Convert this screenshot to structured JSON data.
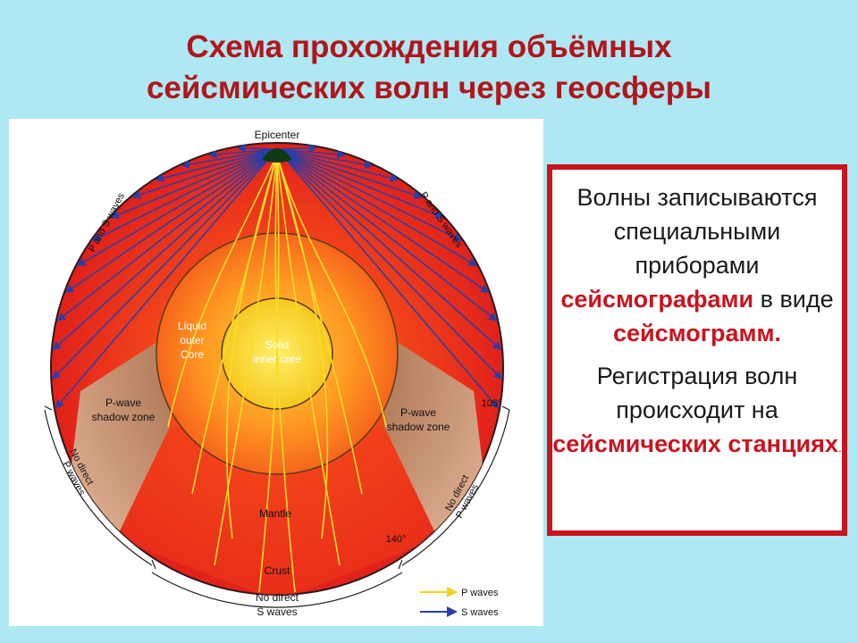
{
  "slide": {
    "title_line1": "Схема прохождения объёмных",
    "title_line2": "сейсмических волн через геосферы"
  },
  "diagram": {
    "epicenter": "Epicenter",
    "ps_waves_left": "P and S waves",
    "ps_waves_right": "P and S waves",
    "liquid_outer_core_1": "Liquid",
    "liquid_outer_core_2": "outer",
    "liquid_outer_core_3": "Core",
    "solid_inner_core_1": "Solid",
    "solid_inner_core_2": "inner core",
    "shadow_left_1": "P-wave",
    "shadow_left_2": "shadow zone",
    "shadow_right_1": "P-wave",
    "shadow_right_2": "shadow zone",
    "mantle": "Mantle",
    "crust": "Crust",
    "deg_105": "105°",
    "deg_140": "140°",
    "no_direct_p_left_1": "No direct",
    "no_direct_p_left_2": "P waves",
    "no_direct_p_right_1": "No direct",
    "no_direct_p_right_2": "P waves",
    "no_direct_s_1": "No direct",
    "no_direct_s_2": "S waves",
    "legend": [
      {
        "label": "P waves",
        "color": "#f2d21b"
      },
      {
        "label": "S waves",
        "color": "#2b3ea8"
      }
    ]
  },
  "info": {
    "p1_text": "Волны записываются специальными приборами",
    "p1_hl1": "сейсмографами",
    "p1_mid": " в виде ",
    "p1_hl2": "сейсмограмм.",
    "p2_text": "Регистрация волн происходит на",
    "p2_hl": "сейсмических станциях",
    "p2_end": "."
  },
  "colors": {
    "title": "#b3141b",
    "accent": "#c8141e",
    "background": "#aee8f2"
  }
}
